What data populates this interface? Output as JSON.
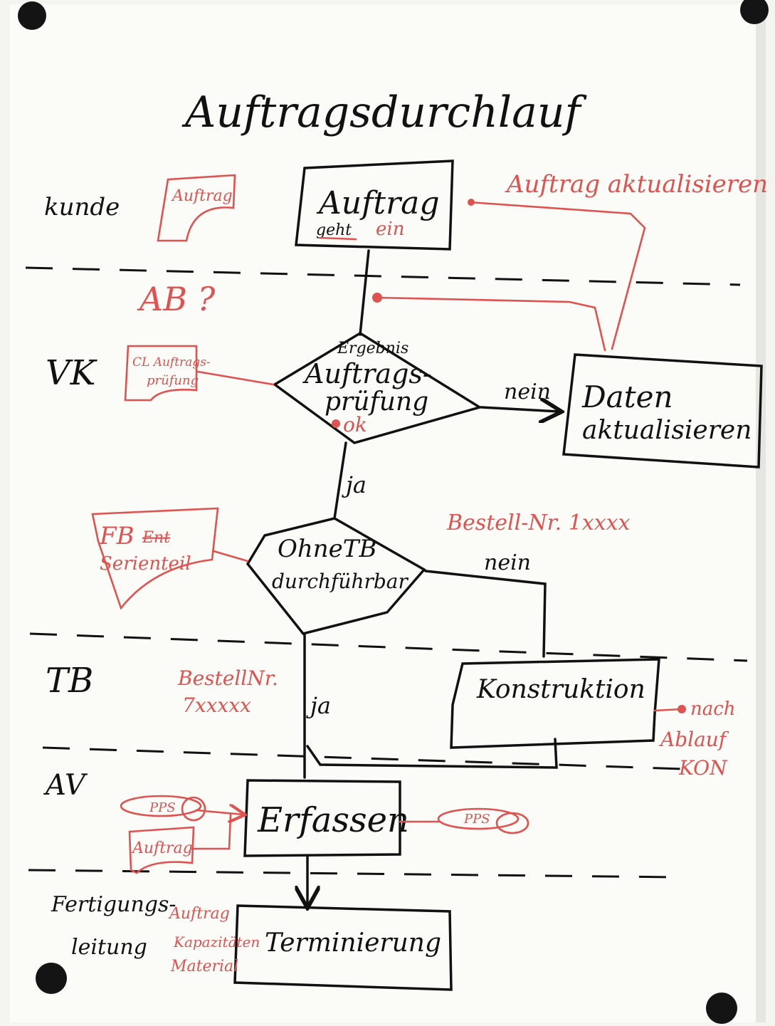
{
  "title": "Auftragsdurchlauf",
  "colors": {
    "ink": "#111111",
    "red": "#e0524f",
    "paper": "#fbfbf8",
    "pin": "#141414"
  },
  "lanes": {
    "kunde": "kunde",
    "vk": "VK",
    "tb": "TB",
    "av": "AV",
    "fertigungs1": "Fertigungs-",
    "fertigungs2": "leitung"
  },
  "nodes": {
    "auftrag_1": "Auftrag",
    "auftrag_2": "geht",
    "auftrag_red": "ein",
    "pruefung_top": "Ergebnis",
    "pruefung_1": "Auftrags-",
    "pruefung_2": "prüfung",
    "pruefung_ok": "ok",
    "daten_1": "Daten",
    "daten_2": "aktualisieren",
    "ohne_1": "OhneTB",
    "ohne_2": "durchführbar",
    "konstruktion": "Konstruktion",
    "erfassen": "Erfassen",
    "terminierung": "Terminierung"
  },
  "edges": {
    "nein_1": "nein",
    "ja_1": "ja",
    "nein_2": "nein",
    "ja_2": "ja"
  },
  "notes": {
    "auftrag_doc": "Auftrag",
    "auftrag_aktualisieren": "Auftrag aktualisieren",
    "ab": "AB ?",
    "cl_1": "CL Auftrags-",
    "cl_2": "prüfung",
    "bestell_1": "Bestell-Nr. 1xxxx",
    "fb_1": "FB",
    "fb_strike": "Ent",
    "fb_2": "Serienteil",
    "bestell_2a": "BestellNr.",
    "bestell_2b": "7xxxxx",
    "nach": "nach",
    "ablauf": "Ablauf",
    "kon": "KON",
    "pps_left": "PPS",
    "auftrag_doc2": "Auftrag",
    "pps_right": "PPS",
    "side_1": "Auftrag",
    "side_2": "Kapazitäten",
    "side_3": "Material"
  }
}
